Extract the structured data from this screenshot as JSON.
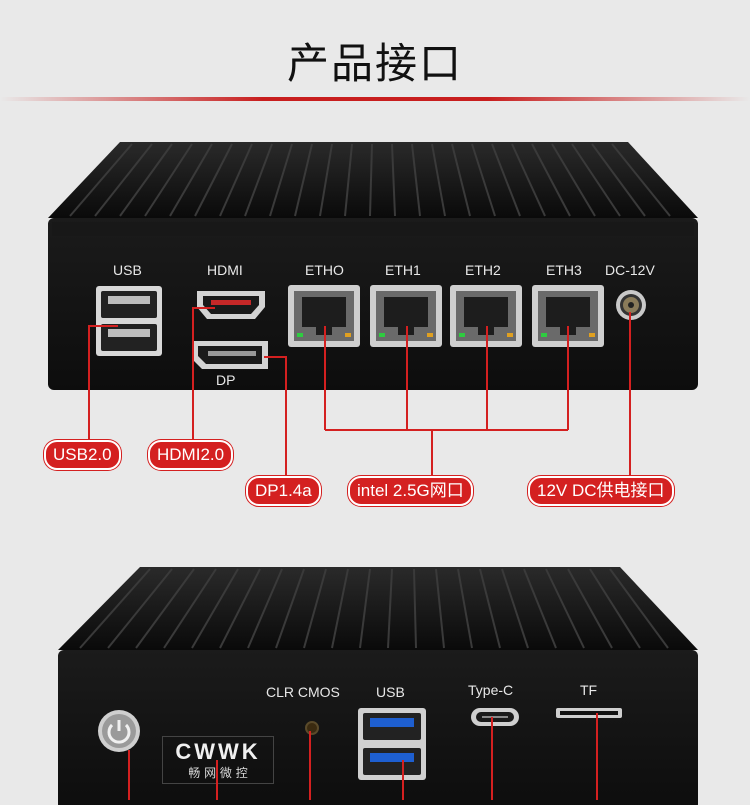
{
  "heading": "产品接口",
  "device1": {
    "labels": {
      "usb": "USB",
      "hdmi": "HDMI",
      "dp": "DP",
      "eth0": "ETHO",
      "eth1": "ETH1",
      "eth2": "ETH2",
      "eth3": "ETH3",
      "dc": "DC-12V"
    },
    "callouts": {
      "usb": "USB2.0",
      "hdmi": "HDMI2.0",
      "dp": "DP1.4a",
      "lan": "intel 2.5G网口",
      "power": "12V DC供电接口"
    }
  },
  "device2": {
    "labels": {
      "clr": "CLR CMOS",
      "usb": "USB",
      "typec": "Type-C",
      "tf": "TF"
    },
    "logo": {
      "brand": "CWWK",
      "chinese": "畅 网 微 控"
    }
  },
  "colors": {
    "accent": "#d42020",
    "case": "#111111",
    "background": "#e9e9e9"
  }
}
